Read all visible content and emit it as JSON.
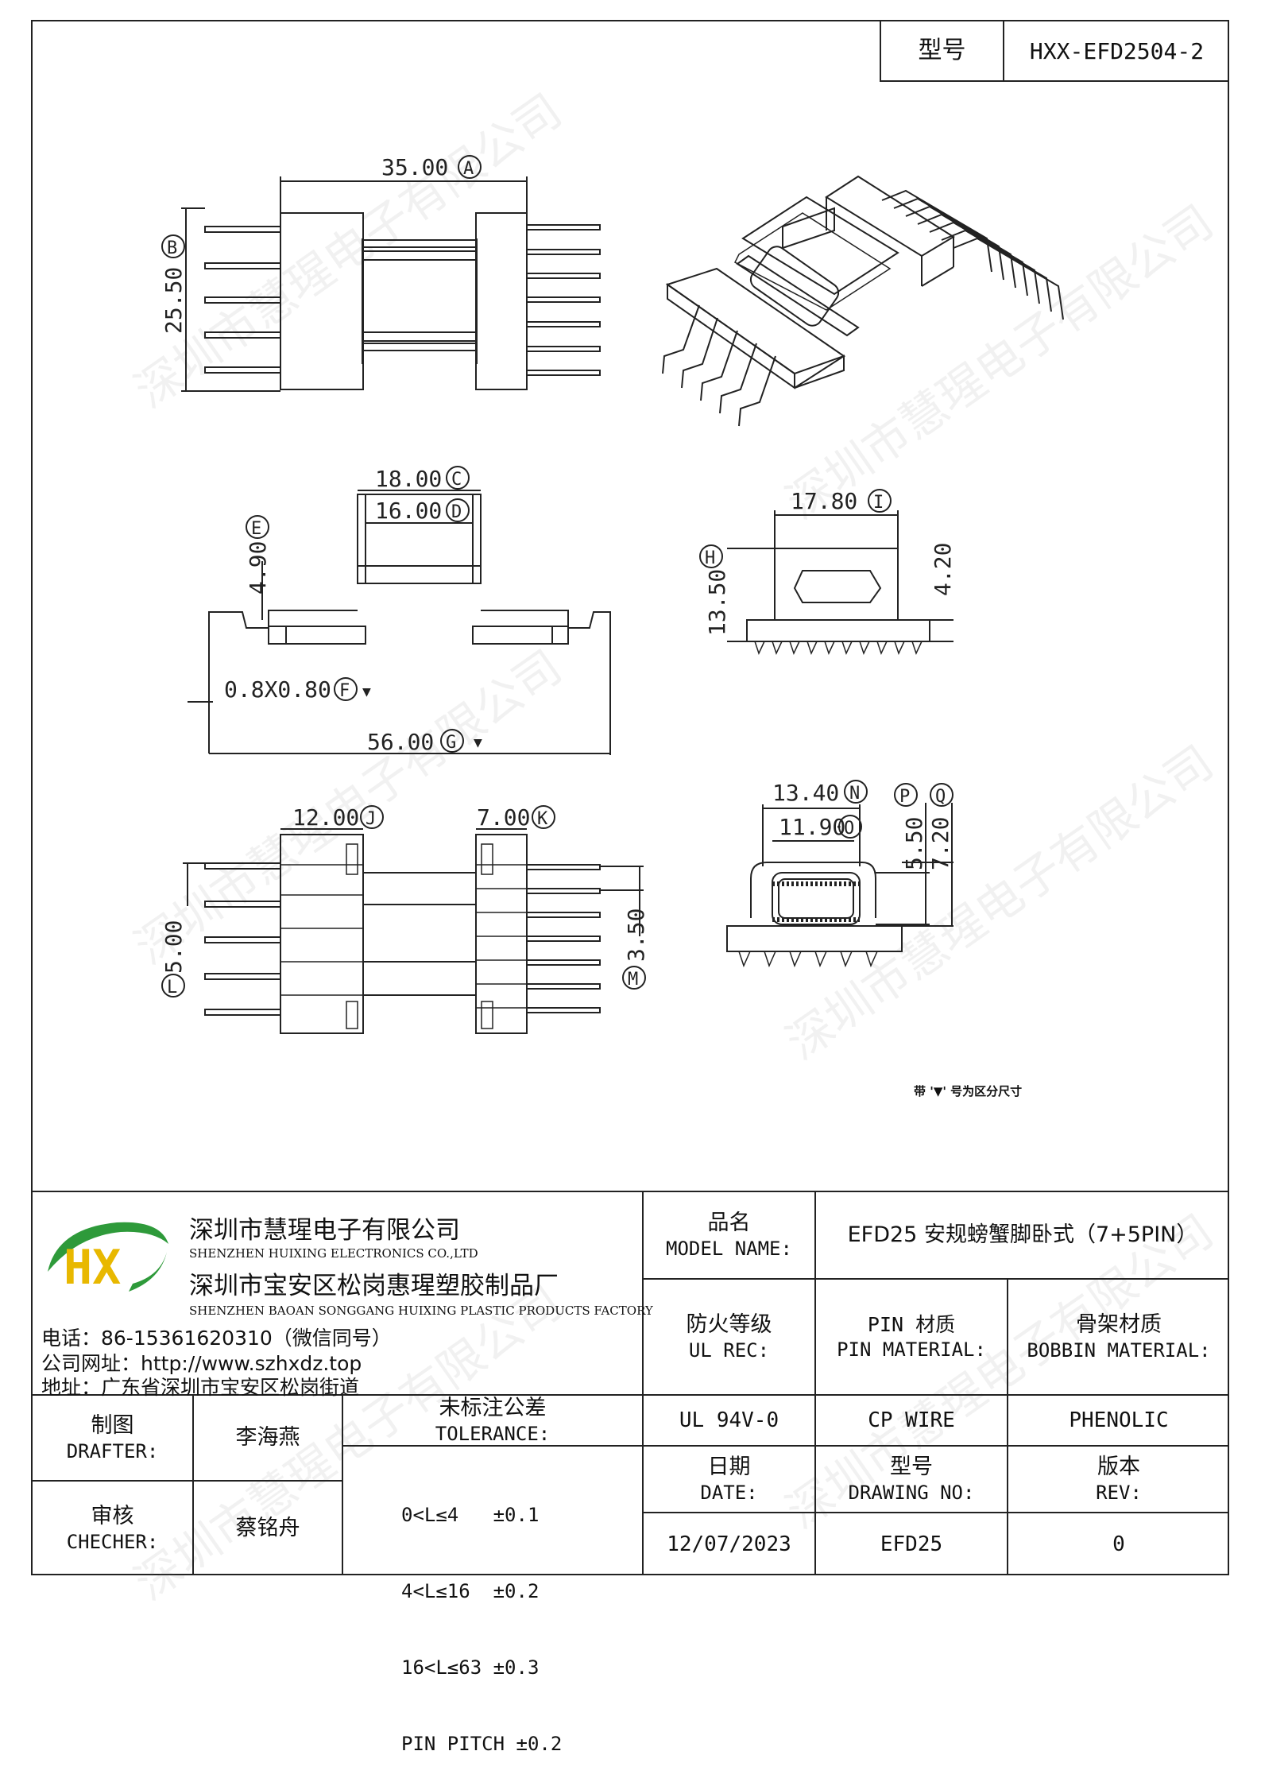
{
  "header": {
    "model_label": "型号",
    "model_value": "HXX-EFD2504-2"
  },
  "dims": {
    "A": "35.00",
    "A_tag": "A",
    "B": "25.50",
    "B_tag": "B",
    "C": "18.00",
    "C_tag": "C",
    "D": "16.00",
    "D_tag": "D",
    "E": "4.90",
    "E_tag": "E",
    "F": "0.8X0.80",
    "F_tag": "F",
    "G": "56.00",
    "G_tag": "G",
    "H": "13.50",
    "H_tag": "H",
    "I": "17.80",
    "I_tag": "I",
    "h2": "4.20",
    "J": "12.00",
    "J_tag": "J",
    "K": "7.00",
    "K_tag": "K",
    "L": "5.00",
    "L_tag": "L",
    "M": "3.50",
    "M_tag": "M",
    "N": "13.40",
    "N_tag": "N",
    "O": "11.90",
    "O_tag": "O",
    "P": "5.50",
    "P_tag": "P",
    "Q": "7.20",
    "Q_tag": "Q",
    "marker": "▼"
  },
  "note": "带 '▼' 号为区分尺寸",
  "watermark": "深圳市慧瑆电子有限公司",
  "company": {
    "logo_text": "HX",
    "name_cn": "深圳市慧瑆电子有限公司",
    "name_en": "SHENZHEN HUIXING ELECTRONICS CO.,LTD",
    "factory_cn": "深圳市宝安区松岗惠瑆塑胶制品厂",
    "factory_en": "SHENZHEN BAOAN SONGGANG HUIXING PLASTIC PRODUCTS FACTORY",
    "phone": "电话：86-15361620310（微信同号）",
    "website": "公司网址：http://www.szhxdz.top",
    "address": "地址：广东省深圳市宝安区松岗街道"
  },
  "table": {
    "model_name_cn": "品名",
    "model_name_en": "MODEL NAME:",
    "model_name_value": "EFD25 安规螃蟹脚卧式（7+5PIN）",
    "ul_cn": "防火等级",
    "ul_en": "UL REC:",
    "pin_cn": "PIN 材质",
    "pin_en": "PIN MATERIAL:",
    "bobbin_cn": "骨架材质",
    "bobbin_en": "BOBBIN MATERIAL:",
    "ul_value": "UL 94V-0",
    "pin_value": "CP WIRE",
    "bobbin_value": "PHENOLIC",
    "drafter_cn": "制图",
    "drafter_en": "DRAFTER:",
    "drafter_value": "李海燕",
    "checker_cn": "审核",
    "checker_en": "CHECHER:",
    "checker_value": "蔡铭舟",
    "tolerance_cn": "未标注公差",
    "tolerance_en": "TOLERANCE:",
    "tolerance_lines": [
      "0<L≤4   ±0.1",
      "4<L≤16  ±0.2",
      "16<L≤63 ±0.3",
      "PIN PITCH ±0.2"
    ],
    "date_cn": "日期",
    "date_en": "DATE:",
    "date_value": "12/07/2023",
    "drawing_cn": "型号",
    "drawing_en": "DRAWING NO:",
    "drawing_value": "EFD25",
    "rev_cn": "版本",
    "rev_en": "REV:",
    "rev_value": "0"
  }
}
